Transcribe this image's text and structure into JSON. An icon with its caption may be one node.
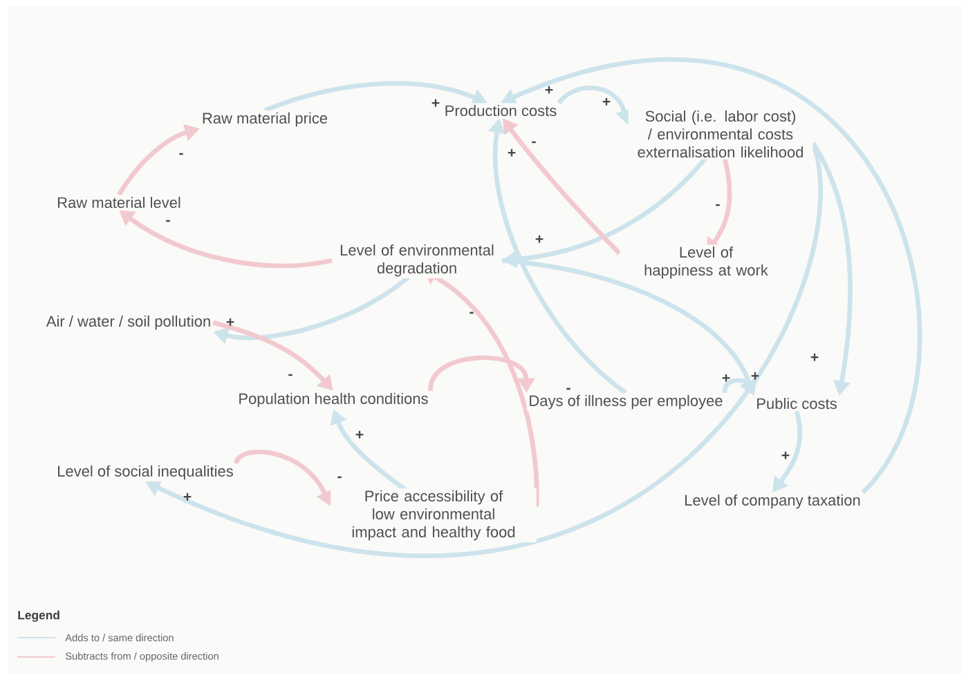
{
  "diagram": {
    "nodes": [
      {
        "text": [
          "Raw material price"
        ]
      },
      {
        "text": [
          "Production costs"
        ]
      },
      {
        "text": [
          "Social (i.e. labor cost) / environmental costs externalisation likelihood"
        ]
      },
      {
        "text": [
          "Raw material level"
        ]
      },
      {
        "text": [
          "Level of environmental degradation"
        ]
      },
      {
        "text": [
          "Level of happiness at work"
        ]
      },
      {
        "text": [
          "Air / water / soil pollution"
        ]
      },
      {
        "text": [
          "Population health conditions"
        ]
      },
      {
        "text": [
          "Days of illness per employee"
        ]
      },
      {
        "text": [
          "Public costs"
        ]
      },
      {
        "text": [
          "Level of social inequalities"
        ]
      },
      {
        "text": [
          "Price accessibility of low environmental impact and healthy food"
        ]
      },
      {
        "text": [
          "Level of company taxation"
        ]
      }
    ],
    "edges": [
      {
        "from": 0,
        "to": 1,
        "arrow": "to",
        "label": "+"
      },
      {
        "from": 1,
        "to": 2,
        "arrow": "to",
        "label": "+"
      },
      {
        "from": 3,
        "to": 0,
        "arrow": "to",
        "label": "-",
        "color": "#f2c9ce"
      },
      {
        "from": 4,
        "to": 3,
        "arrow": "to",
        "label": "-",
        "color": "#f2c9ce"
      },
      {
        "from": 2,
        "to": 4,
        "arrow": "to",
        "label": "+"
      },
      {
        "from": 5,
        "to": 1,
        "arrow": "to",
        "label": "-",
        "color": "#f2c9ce"
      },
      {
        "from": 8,
        "to": 1,
        "arrow": "to",
        "label": "+"
      },
      {
        "from": 2,
        "to": 5,
        "arrow": "to",
        "label": "-",
        "color": "#f2c9ce"
      },
      {
        "from": 4,
        "to": 6,
        "arrow": "to",
        "label": "+"
      },
      {
        "from": 6,
        "to": 7,
        "arrow": "to",
        "label": "-",
        "color": "#f2c9ce"
      },
      {
        "from": 7,
        "to": 8,
        "arrow": "to",
        "label": "-",
        "color": "#f2c9ce"
      },
      {
        "from": 11,
        "to": 4,
        "arrow": "to",
        "label": "-",
        "color": "#f2c9ce"
      },
      {
        "from": 4,
        "to": 9,
        "arrow": "to",
        "label": "+"
      },
      {
        "from": 8,
        "to": 9,
        "arrow": "to",
        "label": "+"
      },
      {
        "from": 2,
        "to": 9,
        "arrow": "to",
        "label": "+"
      },
      {
        "from": 9,
        "to": 12,
        "arrow": "to",
        "label": "+"
      },
      {
        "from": 2,
        "to": 10,
        "arrow": "to",
        "label": "+"
      },
      {
        "from": 10,
        "to": 11,
        "arrow": "to",
        "label": "-",
        "color": "#f2c9ce"
      },
      {
        "from": 11,
        "to": 7,
        "arrow": "to",
        "label": "+"
      },
      {
        "from": 12,
        "to": 1,
        "arrow": "to",
        "label": "+"
      }
    ],
    "labels": [
      "Legend"
    ],
    "legend": [
      {
        "text": "Adds to / same direction"
      },
      {
        "text": "Subtracts from / opposite direction"
      }
    ]
  }
}
